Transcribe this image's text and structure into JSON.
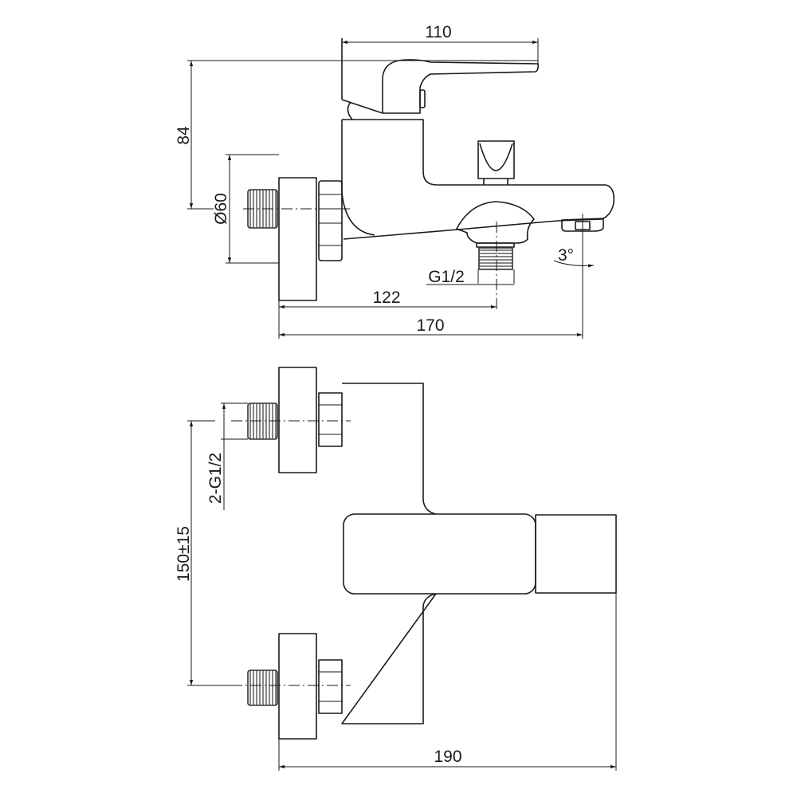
{
  "title": "Bath mixer dimension drawing",
  "side_view": {
    "dims": {
      "lever_length": "110",
      "height": "84",
      "escutcheon_diameter": "Ø60",
      "outlet_thread": "G1/2",
      "outlet_distance": "122",
      "spout_length": "170",
      "spout_angle": "3°"
    }
  },
  "top_view": {
    "dims": {
      "inlet_threads": "2-G1/2",
      "inlet_spacing": "150±15",
      "total_depth": "190"
    }
  },
  "colors": {
    "line": "#1a1a1a",
    "background": "#ffffff"
  }
}
